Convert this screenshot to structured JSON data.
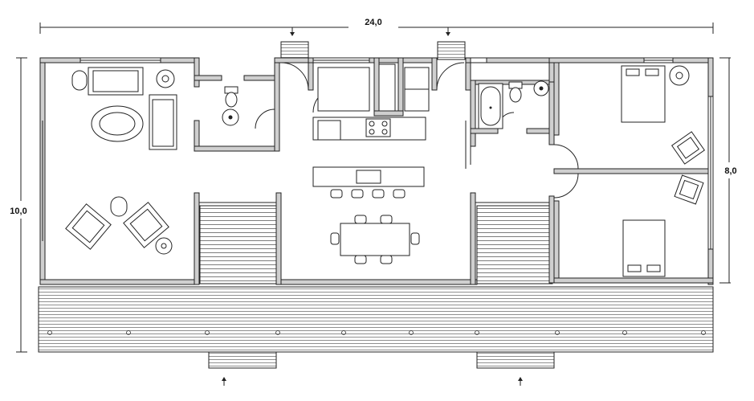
{
  "dimensions": {
    "overall_width": "24,0",
    "overall_depth": "10,0",
    "bedroom_wing_depth": "8,0"
  },
  "entry_markers": {
    "top_count": 2,
    "bottom_count": 2
  },
  "colors": {
    "wall_fill": "#cfcfcf",
    "line": "#222222",
    "background": "#ffffff"
  }
}
